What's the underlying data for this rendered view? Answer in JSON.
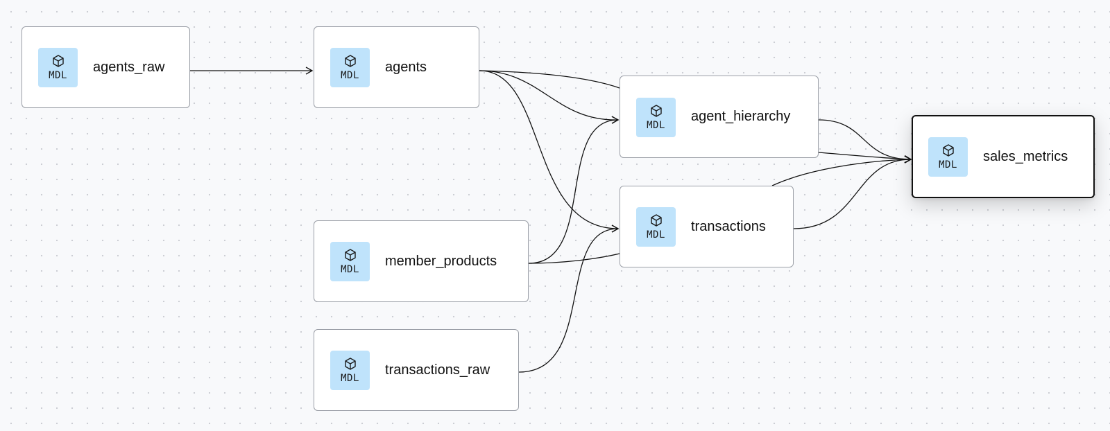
{
  "diagram": {
    "badge_icon": "cube-icon",
    "nodes": [
      {
        "id": "agents_raw",
        "label": "agents_raw",
        "badge": "MDL",
        "selected": false
      },
      {
        "id": "agents",
        "label": "agents",
        "badge": "MDL",
        "selected": false
      },
      {
        "id": "member_products",
        "label": "member_products",
        "badge": "MDL",
        "selected": false
      },
      {
        "id": "transactions_raw",
        "label": "transactions_raw",
        "badge": "MDL",
        "selected": false
      },
      {
        "id": "agent_hierarchy",
        "label": "agent_hierarchy",
        "badge": "MDL",
        "selected": false
      },
      {
        "id": "transactions",
        "label": "transactions",
        "badge": "MDL",
        "selected": false
      },
      {
        "id": "sales_metrics",
        "label": "sales_metrics",
        "badge": "MDL",
        "selected": true
      }
    ],
    "edges": [
      {
        "from": "agents_raw",
        "to": "agents"
      },
      {
        "from": "agents",
        "to": "agent_hierarchy"
      },
      {
        "from": "agents",
        "to": "transactions"
      },
      {
        "from": "agents",
        "to": "sales_metrics"
      },
      {
        "from": "member_products",
        "to": "agent_hierarchy"
      },
      {
        "from": "member_products",
        "to": "sales_metrics"
      },
      {
        "from": "transactions_raw",
        "to": "transactions"
      },
      {
        "from": "agent_hierarchy",
        "to": "sales_metrics"
      },
      {
        "from": "transactions",
        "to": "sales_metrics"
      }
    ]
  }
}
